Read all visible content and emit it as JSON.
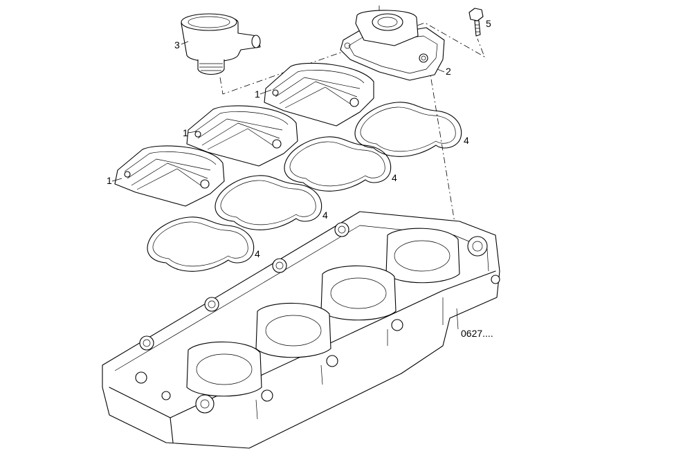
{
  "diagram": {
    "callouts": [
      {
        "id": "c1a",
        "text": "1"
      },
      {
        "id": "c1b",
        "text": "1"
      },
      {
        "id": "c1c",
        "text": "1"
      },
      {
        "id": "c2",
        "text": "2"
      },
      {
        "id": "c3",
        "text": "3"
      },
      {
        "id": "c4a",
        "text": "4"
      },
      {
        "id": "c4b",
        "text": "4"
      },
      {
        "id": "c4c",
        "text": "4"
      },
      {
        "id": "c4d",
        "text": "4"
      },
      {
        "id": "c5",
        "text": "5"
      }
    ],
    "reference_code": "0627...."
  },
  "colors": {
    "line": "#000000",
    "background": "#ffffff"
  }
}
